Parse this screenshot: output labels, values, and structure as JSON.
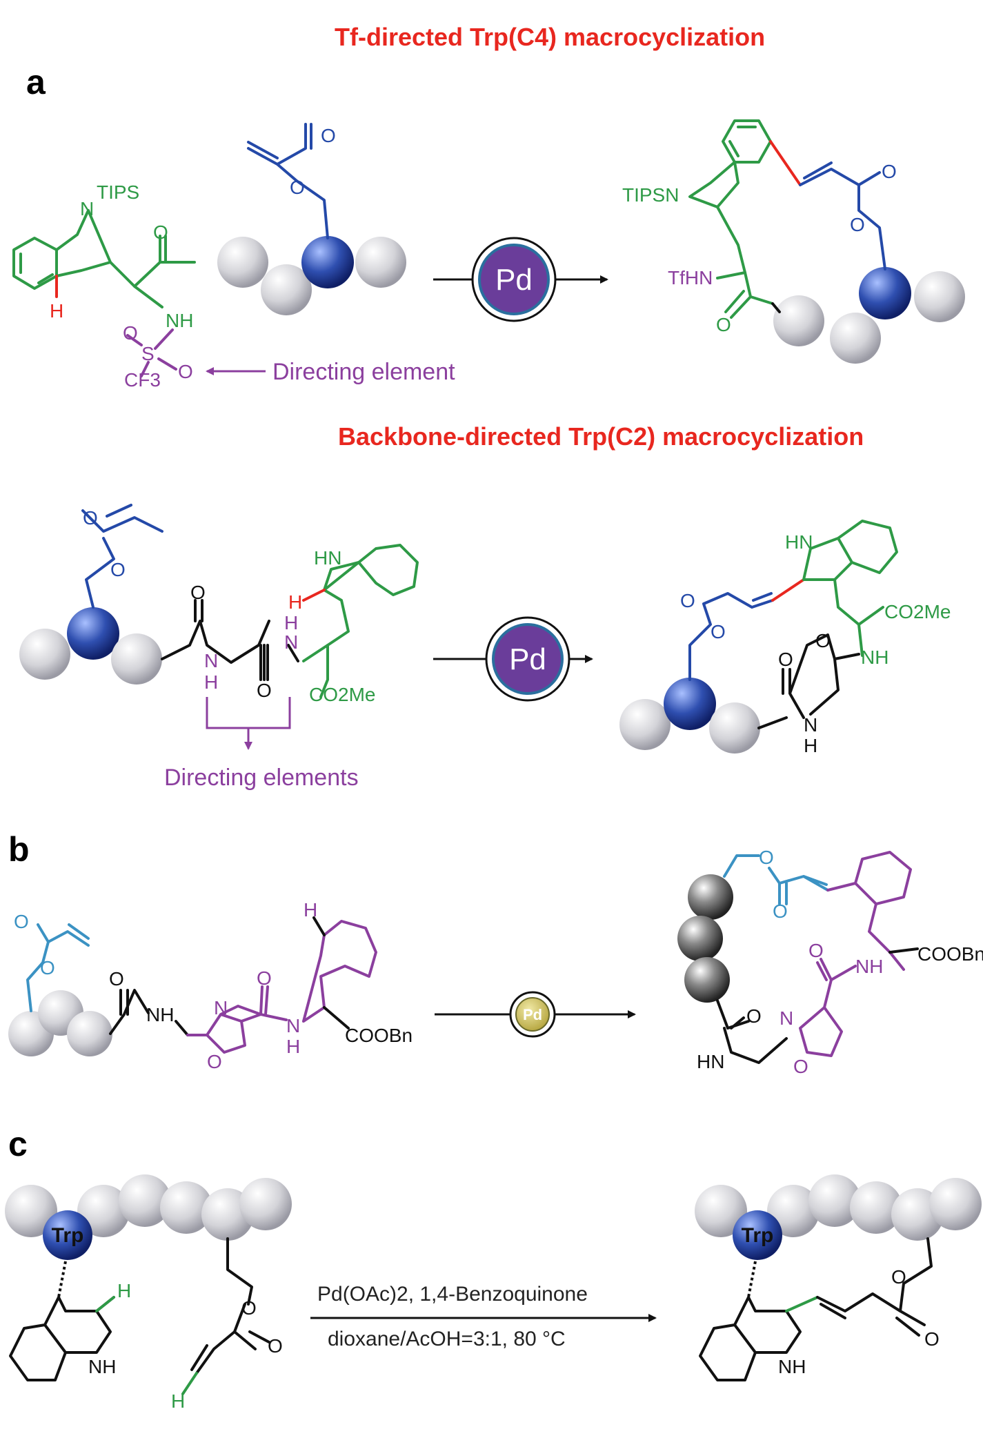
{
  "panel_a": {
    "label": "a",
    "title_1": "Tf-directed Trp(C4) macrocyclization",
    "title_2": "Backbone-directed Trp(C2) macrocyclization",
    "directing_element": "Directing element",
    "directing_elements": "Directing elements",
    "catalyst": "Pd",
    "atoms": {
      "tips": "TIPS",
      "n": "N",
      "h": "H",
      "o": "O",
      "nh": "NH",
      "s": "S",
      "cf3": "CF3",
      "tipsn": "TIPSN",
      "tfhn": "TfHN",
      "hn": "HN",
      "co2me": "CO2Me"
    }
  },
  "panel_b": {
    "label": "b",
    "catalyst": "Pd",
    "atoms": {
      "o": "O",
      "nh": "NH",
      "n": "N",
      "h": "H",
      "hn": "HN",
      "coobn": "COOBn"
    }
  },
  "panel_c": {
    "label": "c",
    "residue": "Trp",
    "conditions_line1": "Pd(OAc)2, 1,4-Benzoquinone",
    "conditions_line2": "dioxane/AcOH=3:1, 80 °C",
    "atoms": {
      "h": "H",
      "nh": "NH",
      "o": "O"
    }
  },
  "colors": {
    "tryptophan_green": "#2e9a46",
    "acrylate_blue": "#2449a8",
    "directing_purple": "#8b3f9e",
    "new_bond_red": "#e8271f",
    "title_red": "#e8271f",
    "pd_purple": "#6a3d9a",
    "bead_grey": "#c8c8cc",
    "bead_blue": "#2f4fb0",
    "bead_dark": "#555555",
    "linker_cyan": "#3b92c3"
  }
}
